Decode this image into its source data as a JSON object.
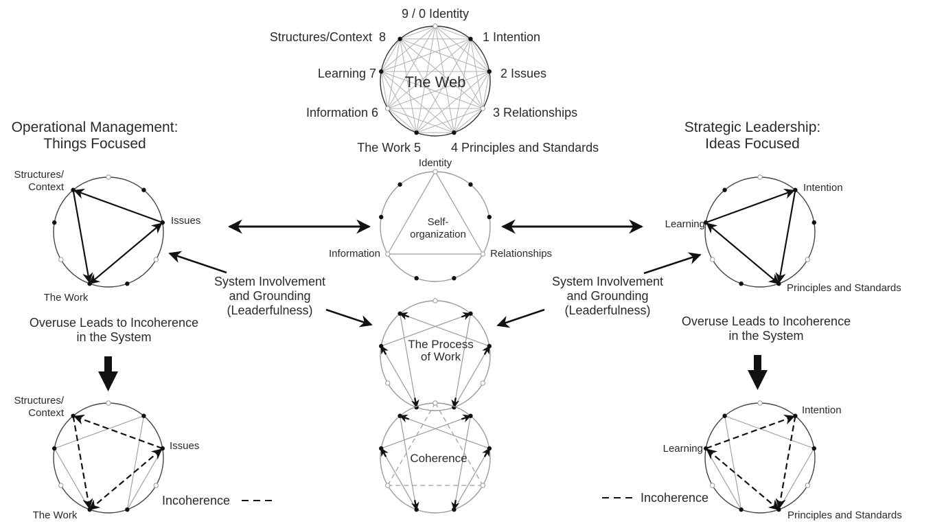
{
  "web": {
    "title": "The Web",
    "nodes": [
      {
        "n": 0,
        "label": "9 / 0 Identity"
      },
      {
        "n": 1,
        "label": "1 Intention"
      },
      {
        "n": 2,
        "label": "2 Issues"
      },
      {
        "n": 3,
        "label": "3 Relationships"
      },
      {
        "n": 4,
        "label": "4 Principles and Standards"
      },
      {
        "n": 5,
        "label": "The Work 5"
      },
      {
        "n": 6,
        "label": "Information 6"
      },
      {
        "n": 7,
        "label": "Learning 7"
      },
      {
        "n": 8,
        "label": "Structures/Context  8"
      }
    ]
  },
  "self_org": {
    "title_line1": "Self-",
    "title_line2": "organization",
    "identity": "Identity",
    "information": "Information",
    "relationships": "Relationships"
  },
  "process": {
    "title_line1": "The Process",
    "title_line2": "of Work"
  },
  "coherence": {
    "title": "Coherence"
  },
  "operational": {
    "heading_line1": "Operational Management:",
    "heading_line2": "Things Focused",
    "structures_line1": "Structures/",
    "structures_line2": "Context",
    "issues": "Issues",
    "work": "The Work",
    "overuse_line1": "Overuse Leads to Incoherence",
    "overuse_line2": "in the System",
    "incoherence": "Incoherence"
  },
  "strategic": {
    "heading_line1": "Strategic Leadership:",
    "heading_line2": "Ideas Focused",
    "intention": "Intention",
    "learning": "Learning",
    "principles": "Principles and Standards",
    "overuse_line1": "Overuse Leads to Incoherence",
    "overuse_line2": "in the System",
    "incoherence": "Incoherence"
  },
  "involvement": {
    "line1": "System Involvement",
    "line2": "and Grounding",
    "line3": "(Leaderfulness)"
  },
  "colors": {
    "ink": "#111111",
    "gray": "#9a9a9a",
    "text": "#2a2a2a"
  }
}
